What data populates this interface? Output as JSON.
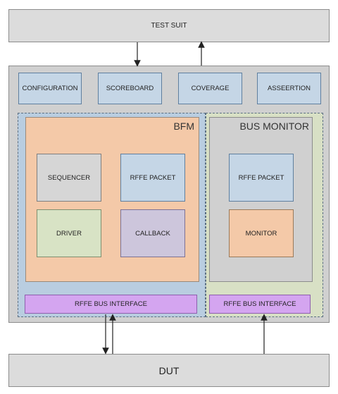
{
  "test_suit": "TEST SUIT",
  "dut": "DUT",
  "top_row": [
    "CONFIGURATION",
    "SCOREBOARD",
    "COVERAGE",
    "ASSEERTION"
  ],
  "bfm": {
    "title": "BFM",
    "sequencer": "SEQUENCER",
    "rffe_packet": "RFFE PACKET",
    "driver": "DRIVER",
    "callback": "CALLBACK",
    "bus_interface": "RFFE BUS INTERFACE"
  },
  "bus_monitor": {
    "title": "BUS MONITOR",
    "rffe_packet": "RFFE PACKET",
    "monitor": "MONITOR",
    "bus_interface": "RFFE BUS INTERFACE"
  }
}
